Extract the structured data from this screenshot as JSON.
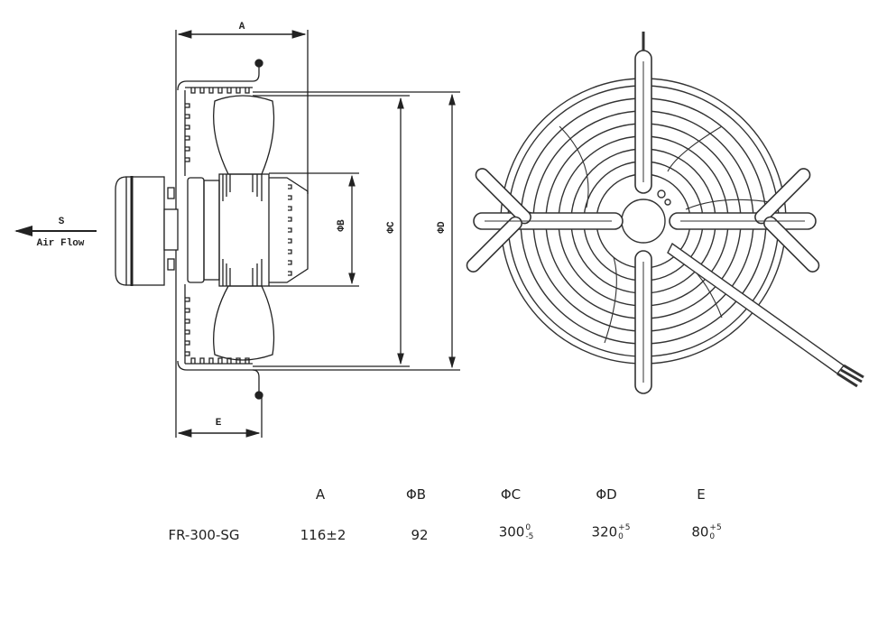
{
  "drawing": {
    "dim_a": "A",
    "dim_b": "ΦB",
    "dim_c": "ΦC",
    "dim_d": "ΦD",
    "dim_e": "E",
    "airflow_letter": "S",
    "airflow_label": "Air Flow"
  },
  "table": {
    "headers": [
      "A",
      "ΦB",
      "ΦC",
      "ΦD",
      "E"
    ],
    "row": {
      "model": "FR-300-SG",
      "a": "116±2",
      "b": "92",
      "c": {
        "value": "300",
        "upper": "0",
        "lower": "-5"
      },
      "d": {
        "value": "320",
        "upper": "+5",
        "lower": "0"
      },
      "e": {
        "value": "80",
        "upper": "+5",
        "lower": "0"
      }
    }
  }
}
